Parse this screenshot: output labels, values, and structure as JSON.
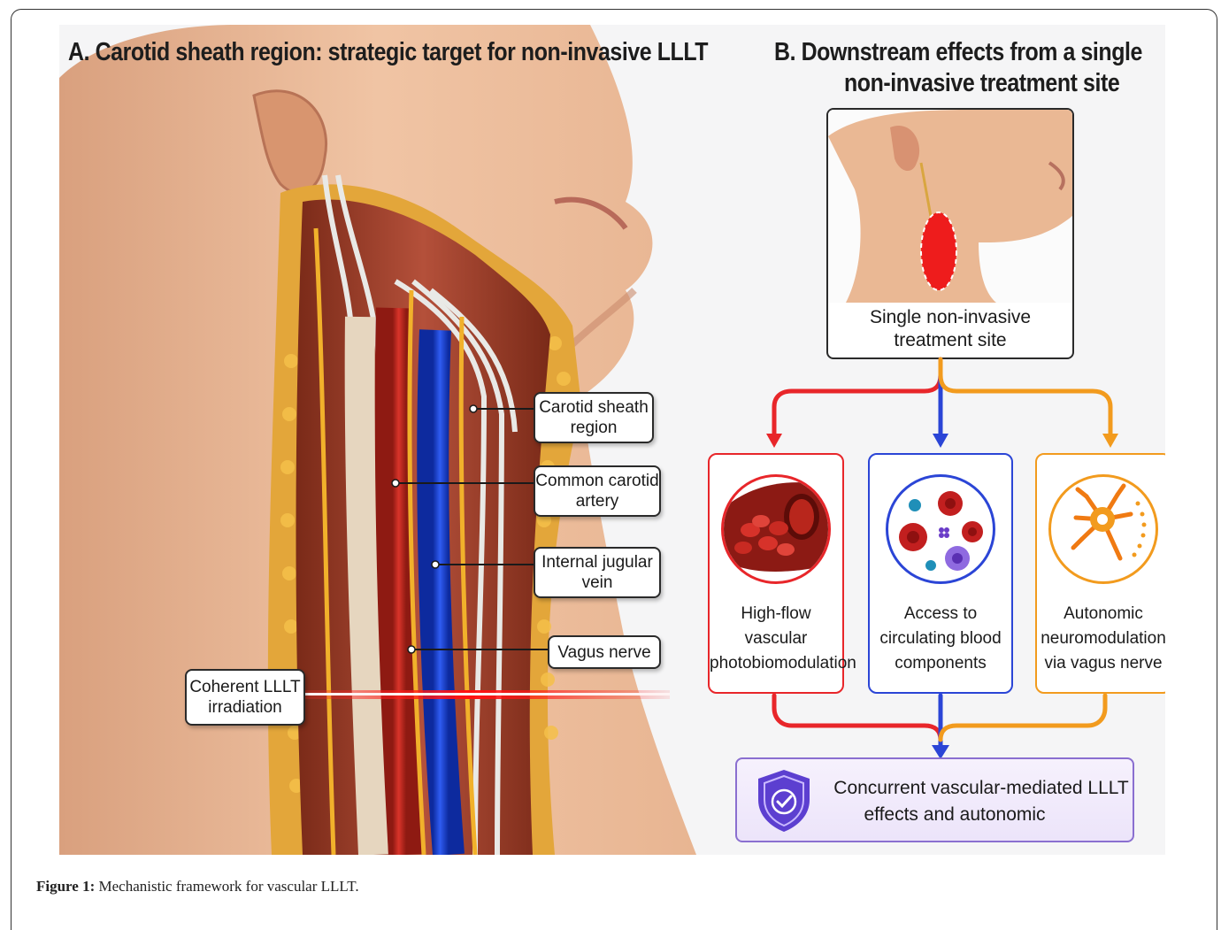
{
  "panel_a": {
    "title": "A. Carotid sheath region: strategic target for non-invasive LLLT",
    "labels": {
      "carotid_sheath": [
        "Carotid sheath",
        "region"
      ],
      "common_carotid": [
        "Common carotid",
        "artery"
      ],
      "internal_jugular": [
        "Internal jugular",
        "vein"
      ],
      "vagus": [
        "Vagus nerve"
      ],
      "irradiation": [
        "Coherent LLLT",
        "irradiation"
      ]
    }
  },
  "panel_b": {
    "title_lines": [
      "B. Downstream effects from a single",
      "non-invasive treatment site"
    ],
    "site_lines": [
      "Single non-invasive",
      "treatment site"
    ],
    "effects": [
      {
        "lines": [
          "High-flow",
          "vascular",
          "photobiomodulation"
        ],
        "color": "#e8262a"
      },
      {
        "lines": [
          "Access to",
          "circulating blood",
          "components"
        ],
        "color": "#2b45d6"
      },
      {
        "lines": [
          "Autonomic",
          "neuromodulation",
          "via vagus nerve"
        ],
        "color": "#f29b1e"
      }
    ],
    "result_lines": [
      "Concurrent vascular-mediated LLLT",
      "effects and autonomic"
    ],
    "result_color": "#8a6fd0"
  },
  "caption": {
    "label": "Figure 1:",
    "text": " Mechanistic framework for vascular LLLT."
  }
}
